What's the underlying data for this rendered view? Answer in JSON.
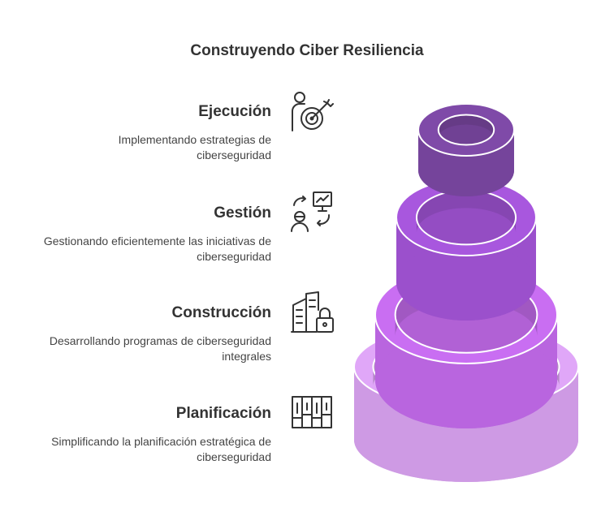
{
  "title": "Construyendo Ciber Resiliencia",
  "levels": [
    {
      "heading": "Ejecución",
      "description": "Implementando estrategias de ciberseguridad",
      "icon": "person-target-icon",
      "color": "#7f4aa8"
    },
    {
      "heading": "Gestión",
      "description": "Gestionando eficientemente las iniciativas de ciberseguridad",
      "icon": "person-chart-cycle-icon",
      "color": "#a857de"
    },
    {
      "heading": "Construcción",
      "description": "Desarrollando programas de ciberseguridad integrales",
      "icon": "buildings-lock-icon",
      "color": "#c96ef2"
    },
    {
      "heading": "Planificación",
      "description": "Simplificando la planificación estratégica de ciberseguridad",
      "icon": "binders-icon",
      "color": "#e0a7f8"
    }
  ]
}
